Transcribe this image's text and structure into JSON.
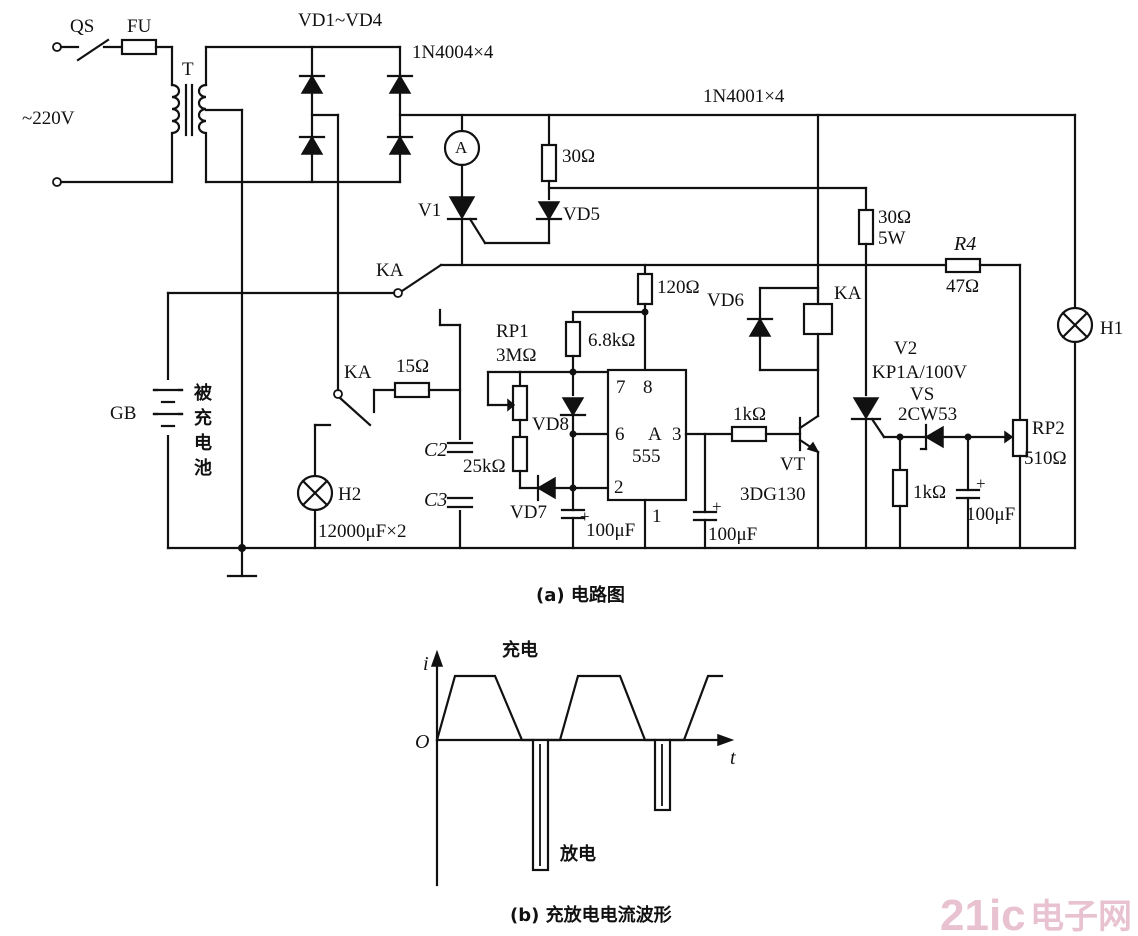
{
  "labels": {
    "qs": "QS",
    "fu": "FU",
    "transformer": "T",
    "mains": "~220V",
    "vd_bridge": "VD1~VD4",
    "bridge_part": "1N4004×4",
    "vd_part2": "1N4001×4",
    "ammeter": "A",
    "r_30": "30Ω",
    "v1": "V1",
    "vd5": "VD5",
    "r_30_5w_a": "30Ω",
    "r_30_5w_b": "5W",
    "ka_top": "KA",
    "r4": "R4",
    "r4_val": "47Ω",
    "r_120": "120Ω",
    "vd6": "VD6",
    "ka_coil": "KA",
    "rp1": "RP1",
    "rp1_val": "3MΩ",
    "r_68k": "6.8kΩ",
    "ic_pin7": "7",
    "ic_pin8": "8",
    "ic_pin6": "6",
    "ic_pin3": "3",
    "ic_pin2": "2",
    "ic_pin1": "1",
    "ic_a": "A",
    "ic_555": "555",
    "vd8": "VD8",
    "r_25k": "25kΩ",
    "vd7": "VD7",
    "c_100u_1": "100μF",
    "c_100u_2": "100μF",
    "c_100u_3": "100μF",
    "r_1k_base": "1kΩ",
    "vt": "VT",
    "vt_part": "3DG130",
    "v2": "V2",
    "v2_part": "KP1A/100V",
    "vs": "VS",
    "vs_part": "2CW53",
    "r_1k_gate": "1kΩ",
    "rp2": "RP2",
    "rp2_val": "510Ω",
    "h1": "H1",
    "ka_left": "KA",
    "r_15": "15Ω",
    "c2": "C2",
    "c3": "C3",
    "c_12000": "12000μF×2",
    "gb": "GB",
    "battery_cn": [
      "被",
      "充",
      "电",
      "池"
    ],
    "h2": "H2",
    "caption_a": "(a) 电路图",
    "wave_i": "i",
    "wave_o": "O",
    "wave_t": "t",
    "wave_charge": "充电",
    "wave_discharge": "放电",
    "caption_b": "(b) 充放电电流波形",
    "watermark_a": "21ic",
    "watermark_b": "电子网"
  }
}
